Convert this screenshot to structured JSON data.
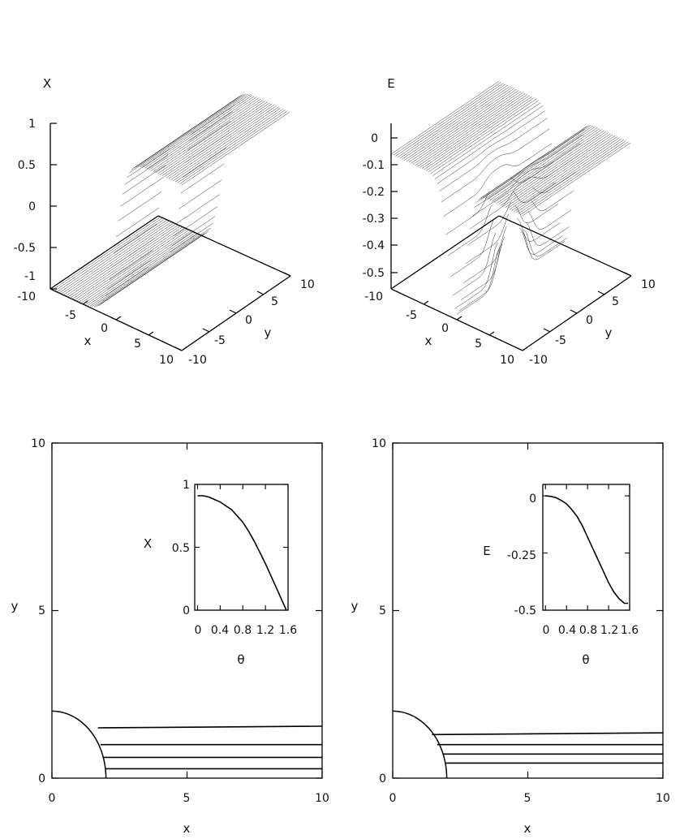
{
  "chart_data": [
    {
      "id": "surface-X",
      "type": "surface",
      "zlabel": "X",
      "xlabel": "x",
      "ylabel": "y",
      "x_ticks": [
        "-10",
        "-5",
        "0",
        "5",
        "10"
      ],
      "y_ticks": [
        "-10",
        "-5",
        "0",
        "5",
        "10"
      ],
      "z_ticks": [
        "-1",
        "-0.5",
        "0",
        "0.5",
        "1"
      ],
      "xlim": [
        -10,
        10
      ],
      "ylim": [
        -10,
        10
      ],
      "zlim": [
        -1,
        1
      ],
      "hole_radius": 2
    },
    {
      "id": "surface-E",
      "type": "surface",
      "zlabel": "E",
      "xlabel": "x",
      "ylabel": "y",
      "x_ticks": [
        "-10",
        "-5",
        "0",
        "5",
        "10"
      ],
      "y_ticks": [
        "-10",
        "-5",
        "0",
        "5",
        "10"
      ],
      "z_ticks": [
        "-0.5",
        "-0.4",
        "-0.3",
        "-0.2",
        "-0.1",
        "0"
      ],
      "xlim": [
        -10,
        10
      ],
      "ylim": [
        -10,
        10
      ],
      "zlim": [
        -0.5,
        0
      ],
      "hole_radius": 2
    },
    {
      "id": "contour-X",
      "type": "line",
      "xlabel": "x",
      "ylabel": "y",
      "xlim": [
        0,
        10
      ],
      "ylim": [
        0,
        10
      ],
      "x_ticks": [
        "0",
        "5",
        "10"
      ],
      "y_ticks": [
        "0",
        "5",
        "10"
      ],
      "circle_radius": 2,
      "series": [
        {
          "x": [
            1.7,
            10
          ],
          "y": [
            1.5,
            1.55
          ]
        },
        {
          "x": [
            1.8,
            10
          ],
          "y": [
            1.0,
            1.0
          ]
        },
        {
          "x": [
            1.9,
            10
          ],
          "y": [
            0.62,
            0.62
          ]
        },
        {
          "x": [
            1.97,
            10
          ],
          "y": [
            0.28,
            0.28
          ]
        }
      ],
      "inset": {
        "type": "line",
        "xlabel": "θ",
        "ylabel": "X",
        "xlim": [
          -0.05,
          1.6
        ],
        "ylim": [
          0,
          1
        ],
        "x_ticks": [
          "0",
          "0.4",
          "0.8",
          "1.2",
          "1.6"
        ],
        "x_tick_values": [
          0,
          0.4,
          0.8,
          1.2,
          1.6
        ],
        "y_ticks": [
          "0",
          "0.5",
          "1"
        ],
        "y_tick_values": [
          0,
          0.5,
          1
        ],
        "x": [
          0,
          0.1,
          0.2,
          0.3,
          0.4,
          0.5,
          0.6,
          0.7,
          0.8,
          0.9,
          1.0,
          1.1,
          1.2,
          1.3,
          1.4,
          1.5,
          1.57
        ],
        "y": [
          0.91,
          0.91,
          0.9,
          0.88,
          0.86,
          0.83,
          0.8,
          0.75,
          0.7,
          0.63,
          0.55,
          0.46,
          0.37,
          0.27,
          0.17,
          0.07,
          0.0
        ]
      }
    },
    {
      "id": "contour-E",
      "type": "line",
      "xlabel": "x",
      "ylabel": "y",
      "xlim": [
        0,
        10
      ],
      "ylim": [
        0,
        10
      ],
      "x_ticks": [
        "0",
        "5",
        "10"
      ],
      "y_ticks": [
        "0",
        "5",
        "10"
      ],
      "circle_radius": 2,
      "series": [
        {
          "x": [
            1.45,
            10
          ],
          "y": [
            1.3,
            1.35
          ]
        },
        {
          "x": [
            1.65,
            10
          ],
          "y": [
            1.0,
            1.0
          ]
        },
        {
          "x": [
            1.85,
            10
          ],
          "y": [
            0.72,
            0.72
          ]
        },
        {
          "x": [
            1.95,
            10
          ],
          "y": [
            0.45,
            0.45
          ]
        }
      ],
      "inset": {
        "type": "line",
        "xlabel": "θ",
        "ylabel": "E",
        "xlim": [
          -0.05,
          1.6
        ],
        "ylim": [
          -0.5,
          0.05
        ],
        "x_ticks": [
          "0",
          "0.4",
          "0.8",
          "1.2",
          "1.6"
        ],
        "x_tick_values": [
          0,
          0.4,
          0.8,
          1.2,
          1.6
        ],
        "y_ticks": [
          "0",
          "-0.25",
          "-0.5"
        ],
        "y_tick_values": [
          0,
          -0.25,
          -0.5
        ],
        "x": [
          0,
          0.1,
          0.2,
          0.3,
          0.4,
          0.5,
          0.6,
          0.7,
          0.8,
          0.9,
          1.0,
          1.1,
          1.2,
          1.3,
          1.4,
          1.5,
          1.57
        ],
        "y": [
          0.0,
          -0.002,
          -0.008,
          -0.02,
          -0.035,
          -0.06,
          -0.09,
          -0.13,
          -0.18,
          -0.23,
          -0.28,
          -0.33,
          -0.38,
          -0.42,
          -0.45,
          -0.47,
          -0.47
        ]
      }
    }
  ]
}
